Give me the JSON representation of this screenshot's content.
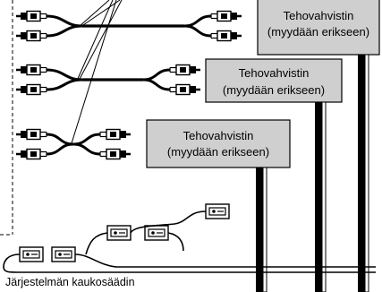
{
  "amplifiers": [
    {
      "line1": "Tehovahvistin",
      "line2": "(myydään erikseen)"
    },
    {
      "line1": "Tehovahvistin",
      "line2": "(myydään erikseen)"
    },
    {
      "line1": "Tehovahvistin",
      "line2": "(myydään erikseen)"
    }
  ],
  "caption": "Järjestelmän kaukosäädin",
  "colors": {
    "box_fill": "#cfcfcf",
    "stroke": "#000000",
    "background": "#ffffff"
  }
}
